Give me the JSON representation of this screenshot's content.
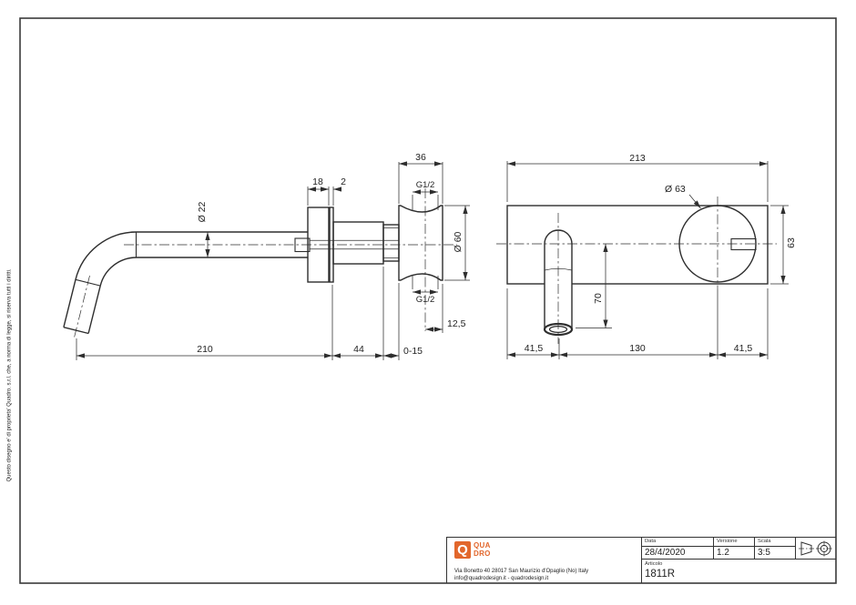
{
  "copyright_note": "Questo disegno e' di proprieta' Quadro. s.r.l. che, a norma di legge, si riserva tutti i diritti.",
  "views": {
    "side": {
      "dims": {
        "d210": "210",
        "d44": "44",
        "d015": "0-15",
        "d18": "18",
        "d2": "2",
        "d36": "36",
        "g12top": "G1/2",
        "g12bot": "G1/2",
        "dia22": "Ø 22",
        "dia60": "Ø 60",
        "d125": "12,5"
      }
    },
    "front": {
      "dims": {
        "d213": "213",
        "dia63": "Ø 63",
        "d63": "63",
        "d70": "70",
        "d415l": "41,5",
        "d130": "130",
        "d415r": "41,5"
      }
    }
  },
  "title_block": {
    "logo": {
      "letter": "Q",
      "line1": "QUA",
      "line2": "DRO",
      "brand_color": "#e2672c"
    },
    "address_line1": "Via Bonetto 40  28017 San Maurizio d'Opaglio (No) Italy",
    "address_line2": "info@quadrodesign.it  -  quadrodesign.it",
    "fields": {
      "data_label": "Data",
      "data_value": "28/4/2020",
      "versione_label": "Versione",
      "versione_value": "1.2",
      "scala_label": "Scala",
      "scala_value": "3:5",
      "articolo_label": "Articolo",
      "articolo_value": "1811R"
    }
  }
}
